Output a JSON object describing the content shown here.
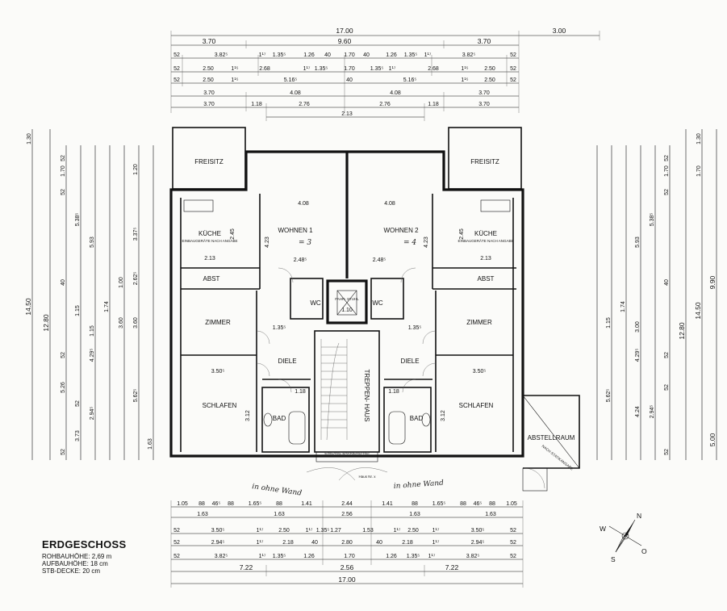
{
  "title": "ERDGESCHOSS",
  "specs": [
    "ROHBAUHÖHE: 2,69 m",
    "AUFBAUHÖHE: 18 cm",
    "STB-DECKE: 20 cm"
  ],
  "top_dims": {
    "total": "17.00",
    "extra": "3.00",
    "segments": [
      "3.70",
      "9.60",
      "3.70"
    ],
    "row1": [
      "52",
      "3.82⁵",
      "1¹⁷",
      "1.35⁵",
      "1.26",
      "40",
      "1.70",
      "40",
      "1.26",
      "1.35⁵",
      "1¹⁷",
      "3.82⁵",
      "52"
    ],
    "row2": [
      "52",
      "2.50",
      "1¹⁵",
      "2.68",
      "1¹⁷",
      "1.35⁵",
      "1.70",
      "1.35⁵",
      "1¹⁷",
      "2.68",
      "1¹⁵",
      "2.50",
      "52"
    ],
    "row3": [
      "52",
      "2.50",
      "1¹⁵",
      "5.16⁵",
      "40",
      "5.16⁵",
      "1¹⁵",
      "2.50",
      "52"
    ],
    "row4": [
      "3.70",
      "4.08",
      "4.08",
      "3.70"
    ],
    "row5": [
      "3.70",
      "1.18",
      "2.76",
      "2.76",
      "1.18",
      "3.70"
    ],
    "row6": "2.13"
  },
  "bottom_dims": {
    "row1": [
      "1.05",
      "88",
      "46⁵",
      "88",
      "1.65⁵",
      "88",
      "1.41",
      "2.44",
      "1.41",
      "88",
      "1.65⁵",
      "88",
      "46⁵",
      "88",
      "1.05"
    ],
    "row2": [
      "1.63",
      "1.63",
      "2.56",
      "1.63",
      "1.63"
    ],
    "row3": [
      "52",
      "3.50⁵",
      "1¹⁷",
      "2.50",
      "1¹⁷",
      "1.35⁵",
      "1.27",
      "1.53",
      "1¹⁷",
      "2.50",
      "1¹⁷",
      "3.50⁵",
      "52"
    ],
    "row4": [
      "52",
      "2.94⁵",
      "1¹⁷",
      "2.18",
      "40",
      "2.80",
      "40",
      "2.18",
      "1¹⁷",
      "2.94⁵",
      "52"
    ],
    "row5": [
      "52",
      "3.82⁵",
      "1¹⁷",
      "1.35⁵",
      "1.26",
      "1.70",
      "1.26",
      "1.35⁵",
      "1¹⁷",
      "3.82⁵",
      "52"
    ],
    "segments": [
      "7.22",
      "2.56",
      "7.22"
    ],
    "total": "17.00"
  },
  "left_dims": {
    "total": "14.50",
    "sub": [
      "1.30",
      "12.80"
    ],
    "chain_a": [
      "52",
      "1.70",
      "52",
      "5.38⁵",
      "5.93",
      "40",
      "1.00",
      "1.15",
      "3.60",
      "1.15",
      "52",
      "4.29⁵",
      "5.26",
      "52",
      "2.94⁵",
      "3.73",
      "52"
    ],
    "chain_b": [
      "1.20",
      "3.37⁵",
      "2.62⁵",
      "1.74",
      "3.60",
      "5.62⁵",
      "1.63"
    ]
  },
  "right_dims": {
    "total": "14.50",
    "sub": [
      "1.30",
      "1.70",
      "12.80",
      "9.90",
      "5.00"
    ],
    "chain_a": [
      "52",
      "1.70",
      "52",
      "5.38⁵",
      "5.93",
      "40",
      "1.74",
      "3.00",
      "1.15",
      "52",
      "4.29⁵",
      "5.62⁵",
      "52",
      "2.94⁵",
      "4.24",
      "52"
    ]
  },
  "rooms": {
    "freisitz_l": "FREISITZ",
    "freisitz_r": "FREISITZ",
    "kueche_l": "KÜCHE",
    "kueche_r": "KÜCHE",
    "kueche_note": "EINBAUGERÄTE NACH ANGABE",
    "wohnen1": "WOHNEN 1",
    "wohnen2": "WOHNEN 2",
    "abst_l": "ABST",
    "abst_r": "ABST",
    "wc_l": "WC",
    "wc_r": "WC",
    "fahrstuhl": "FAHR- STUHL",
    "zimmer_l": "ZIMMER",
    "zimmer_r": "ZIMMER",
    "diele_l": "DIELE",
    "diele_r": "DIELE",
    "treppenhaus": "TREPPEN- HAUS",
    "schlafen_l": "SCHLAFEN",
    "schlafen_r": "SCHLAFEN",
    "bad_l": "BAD",
    "bad_r": "BAD",
    "abstellraum": "ABSTELLRAUM",
    "statik": "NACH STATIKANGABE",
    "eingang": "EINGANG BARRIEREFREI",
    "haus": "Haus Nr. x"
  },
  "room_dims": {
    "wohnen_w": "4.08",
    "wohnen_h": "4.23",
    "kueche_w": "2.13",
    "kueche_h": "2.45",
    "zimmer_w": "3.50⁵",
    "schlafen_h": "3.12",
    "bad_w": "1.18",
    "wc_w": "1.35⁵",
    "lift_w": "1.10",
    "diele_w": "2.48⁵"
  },
  "handwritten": {
    "wohnen1_note": "= 3",
    "wohnen2_note": "= 4",
    "bottom_left": "in ohne Wand",
    "bottom_right": "in ohne Wand"
  },
  "compass": {
    "n": "N",
    "o": "O",
    "s": "S",
    "w": "W"
  }
}
